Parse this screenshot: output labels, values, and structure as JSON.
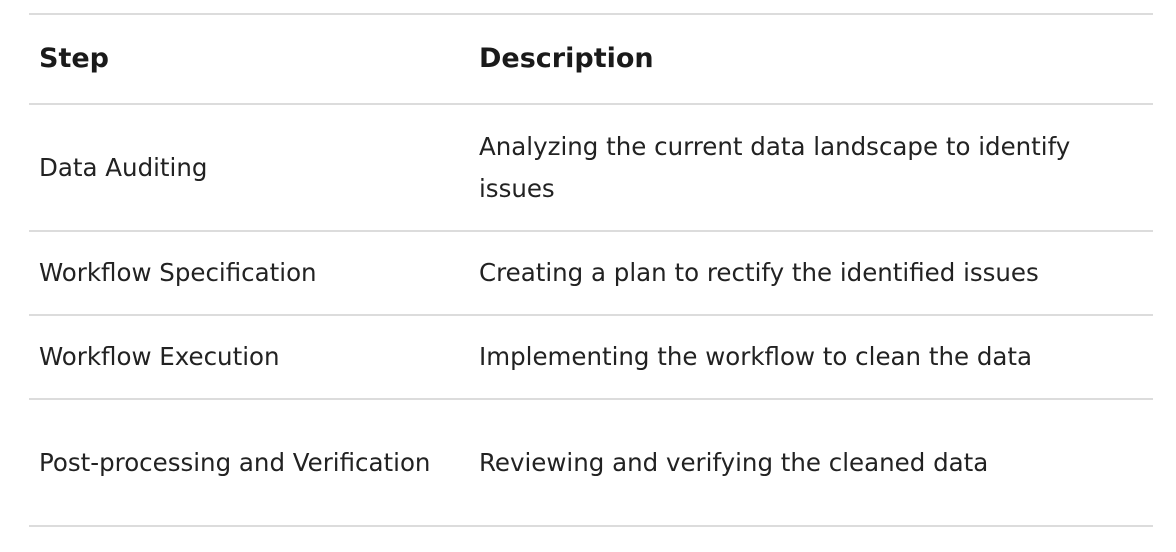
{
  "table": {
    "headers": {
      "step": "Step",
      "description": "Description"
    },
    "rows": [
      {
        "step": "Data Auditing",
        "description": "Analyzing the current data landscape to identify issues"
      },
      {
        "step": "Workflow Specification",
        "description": "Creating a plan to rectify the identified issues"
      },
      {
        "step": "Workflow Execution",
        "description": "Implementing the workflow to clean the data"
      },
      {
        "step": "Post-processing and Verification",
        "description": "Reviewing and verifying the cleaned data"
      }
    ]
  }
}
